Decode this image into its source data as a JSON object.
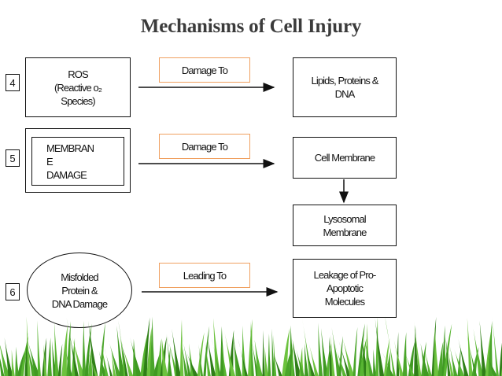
{
  "title": "Mechanisms of Cell Injury",
  "rows": [
    {
      "number": "4",
      "source": "ROS\n(Reactive o₂\nSpecies)",
      "relation": "Damage To",
      "target": "Lipids, Proteins &\nDNA"
    },
    {
      "number": "5",
      "source": "MEMBRAN\nE\nDAMAGE",
      "relation": "Damage To",
      "target": "Cell Membrane",
      "next": "Lysosomal\nMembrane"
    },
    {
      "number": "6",
      "source": "Misfolded\nProtein &\nDNA Damage",
      "relation": "Leading To",
      "target": "Leakage of Pro-\nApoptotic\nMolecules"
    }
  ],
  "colors": {
    "relation_border": "#f0a060",
    "title": "#3b3b3b",
    "grass": "#4aa52a"
  }
}
